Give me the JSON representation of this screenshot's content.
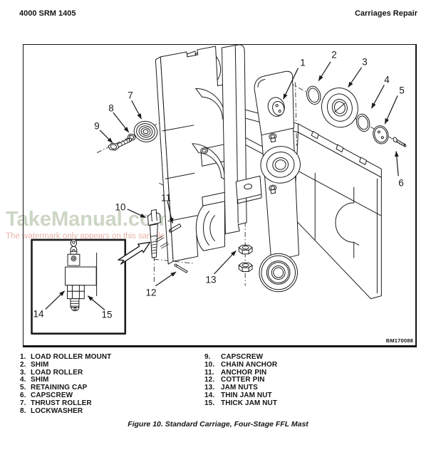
{
  "header": {
    "left_title": "4000 SRM 1405",
    "right_title": "Carriages Repair"
  },
  "watermark": {
    "title": "TakeManual.com",
    "subtitle": "The watermark only appears on this sample",
    "title_color": "#ccd6c5",
    "subtitle_color": "#e9b4aa"
  },
  "figure": {
    "image_code": "BM170088",
    "caption": "Figure 10. Standard Carriage, Four-Stage FFL Mast",
    "line_color": "#1b1b1b",
    "callouts": [
      "1",
      "2",
      "3",
      "4",
      "5",
      "6",
      "7",
      "8",
      "9",
      "10",
      "11",
      "12",
      "13",
      "14",
      "15"
    ]
  },
  "parts_list": {
    "left": [
      {
        "num": "1.",
        "label": "LOAD ROLLER MOUNT"
      },
      {
        "num": "2.",
        "label": "SHIM"
      },
      {
        "num": "3.",
        "label": "LOAD ROLLER"
      },
      {
        "num": "4.",
        "label": "SHIM"
      },
      {
        "num": "5.",
        "label": "RETAINING CAP"
      },
      {
        "num": "6.",
        "label": "CAPSCREW"
      },
      {
        "num": "7.",
        "label": "THRUST ROLLER"
      },
      {
        "num": "8.",
        "label": "LOCKWASHER"
      }
    ],
    "right": [
      {
        "num": "9.",
        "label": "CAPSCREW"
      },
      {
        "num": "10.",
        "label": "CHAIN ANCHOR"
      },
      {
        "num": "11.",
        "label": "ANCHOR PIN"
      },
      {
        "num": "12.",
        "label": "COTTER PIN"
      },
      {
        "num": "13.",
        "label": "JAM NUTS"
      },
      {
        "num": "14.",
        "label": "THIN JAM NUT"
      },
      {
        "num": "15.",
        "label": "THICK JAM NUT"
      }
    ]
  }
}
